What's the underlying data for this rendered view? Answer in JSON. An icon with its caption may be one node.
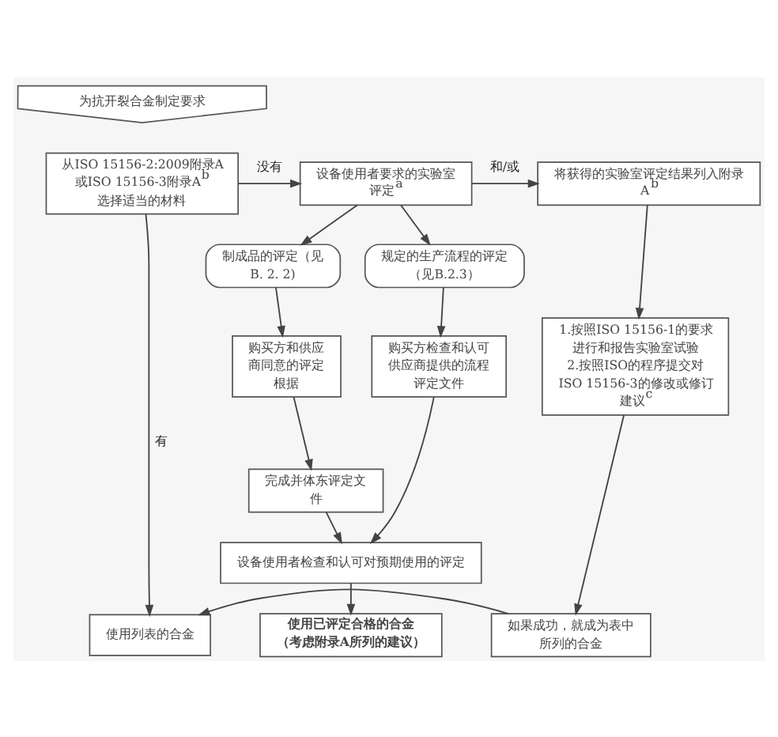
{
  "diagram": {
    "nodes": [
      {
        "text": [
          "为抗开裂合金制定要求"
        ]
      },
      {
        "text": [
          "从ISO 15156-2:2009附录A或ISO 15156-3附录A$^{b}$选择适当的材料"
        ]
      },
      {
        "text": [
          "设备使用者要求的实验室评定$^{a}$"
        ]
      },
      {
        "text": [
          "将获得的实验室评定结果列入附录A$^{b}$"
        ]
      },
      {
        "text": [
          "制成品的评定（见B. 2. 2)"
        ]
      },
      {
        "text": [
          "规定的生产流程的评定（见B.2.3）"
        ]
      },
      {
        "text": [
          "购买方和供应商同意的评定根据"
        ]
      },
      {
        "text": [
          "购买方检查和认可供应商提供的流程评定文件"
        ]
      },
      {
        "text": [
          "1.按照ISO 15156-1的要求进行和报告实验室试验",
          "2.按照ISO的程序提交对ISO 15156-3的修改或修订建议$^{c}$"
        ]
      },
      {
        "text": [
          "完成并体东评定文件"
        ]
      },
      {
        "text": [
          "设备使用者检查和认可对预期使用的评定"
        ]
      },
      {
        "text": [
          "使用列表的合金"
        ]
      },
      {
        "text": [
          "使用已评定合格的合金",
          "（考虑附录A所列的建议）"
        ]
      },
      {
        "text": [
          "如果成功，就成为表中所列的合金"
        ]
      }
    ],
    "edges": [
      {
        "from": 1,
        "to": 2,
        "arrow": "to",
        "label": "没有"
      },
      {
        "from": 2,
        "to": 3,
        "arrow": "to",
        "label": "和/或"
      },
      {
        "from": 1,
        "to": 11,
        "arrow": "to",
        "label": "有"
      },
      {
        "from": 2,
        "to": 4,
        "arrow": "to"
      },
      {
        "from": 2,
        "to": 5,
        "arrow": "to"
      },
      {
        "from": 3,
        "to": 8,
        "arrow": "to"
      },
      {
        "from": 4,
        "to": 6,
        "arrow": "to"
      },
      {
        "from": 5,
        "to": 7,
        "arrow": "to"
      },
      {
        "from": 6,
        "to": 9,
        "arrow": "to"
      },
      {
        "from": 9,
        "to": 10,
        "arrow": "to"
      },
      {
        "from": 7,
        "to": 10,
        "arrow": "to"
      },
      {
        "from": 10,
        "to": 12,
        "arrow": "to"
      },
      {
        "from": 8,
        "to": 13,
        "arrow": "to"
      },
      {
        "from": 13,
        "to": 11,
        "arrow": "to"
      }
    ]
  }
}
